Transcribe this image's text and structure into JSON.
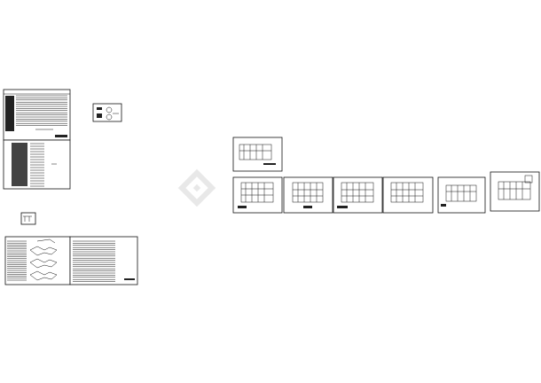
{
  "canvas": {
    "background": "#ffffff",
    "line_color": "#111111"
  },
  "watermark": {
    "text": "",
    "color": "#e6e6e6",
    "logo": "diamond-logo-icon"
  },
  "sheets": [
    {
      "id": "left-table-sheet",
      "kind": "table-sheet"
    },
    {
      "id": "left-lower-table-sheet",
      "kind": "table-sheet"
    },
    {
      "id": "small-detail-sheet",
      "kind": "detail"
    },
    {
      "id": "small-symbol-sheet",
      "kind": "detail"
    },
    {
      "id": "floorplan-list-sheet",
      "kind": "plan-list"
    },
    {
      "id": "elevation-sheet-top",
      "kind": "elevation"
    },
    {
      "id": "elevation-sheet-1",
      "kind": "elevation"
    },
    {
      "id": "elevation-sheet-2",
      "kind": "elevation"
    },
    {
      "id": "elevation-sheet-3",
      "kind": "elevation"
    },
    {
      "id": "elevation-sheet-4",
      "kind": "elevation"
    },
    {
      "id": "elevation-sheet-5",
      "kind": "elevation"
    },
    {
      "id": "elevation-sheet-6",
      "kind": "elevation"
    }
  ]
}
